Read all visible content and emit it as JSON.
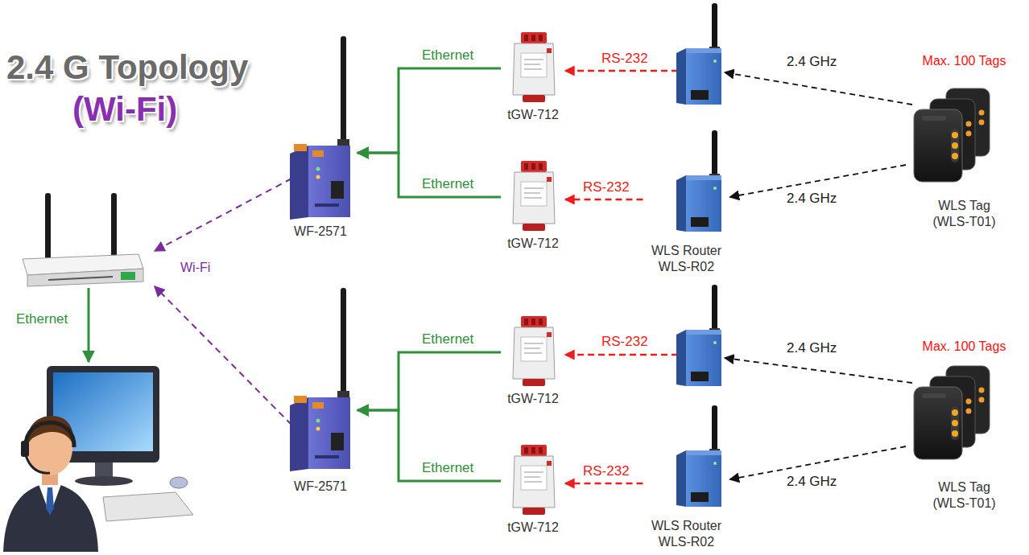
{
  "diagram": {
    "title": "2.4 G Topology",
    "nodes": [
      {
        "text": [
          "WF-2571"
        ]
      },
      {
        "text": [
          "tGW-712"
        ]
      },
      {
        "text": [
          "tGW-712"
        ]
      },
      {
        "text": [
          "WLS Router WLS-R02"
        ]
      },
      {
        "text": [
          "Max. 100 Tags",
          "WLS Tag (WLS-T01)"
        ]
      },
      {
        "text": [
          "WF-2571"
        ]
      },
      {
        "text": [
          "tGW-712"
        ]
      },
      {
        "text": [
          "tGW-712"
        ]
      },
      {
        "text": [
          "WLS Router WLS-R02"
        ]
      },
      {
        "text": [
          "Max. 100 Tags",
          "WLS Tag (WLS-T01)"
        ]
      }
    ],
    "edges": [
      {
        "from": 1,
        "to": 0,
        "arrow": "to",
        "label": "Ethernet"
      },
      {
        "from": 2,
        "to": 0,
        "arrow": "to",
        "label": "Ethernet"
      },
      {
        "from": 3,
        "to": 2,
        "arrow": "to",
        "label": "RS-232"
      },
      {
        "from": 4,
        "to": 3,
        "arrow": "to",
        "label": "2.4 GHz"
      },
      {
        "from": 6,
        "to": 5,
        "arrow": "to",
        "label": "Ethernet"
      },
      {
        "from": 7,
        "to": 5,
        "arrow": "to",
        "label": "Ethernet"
      },
      {
        "from": 8,
        "to": 7,
        "arrow": "to",
        "label": "RS-232"
      },
      {
        "from": 9,
        "to": 8,
        "arrow": "to",
        "label": "2.4 GHz"
      }
    ],
    "labels": [
      "(Wi-Fi)",
      "RS-232",
      "2.4 GHz",
      "Wi-Fi",
      "Ethernet",
      "RS-232",
      "2.4 GHz"
    ]
  }
}
